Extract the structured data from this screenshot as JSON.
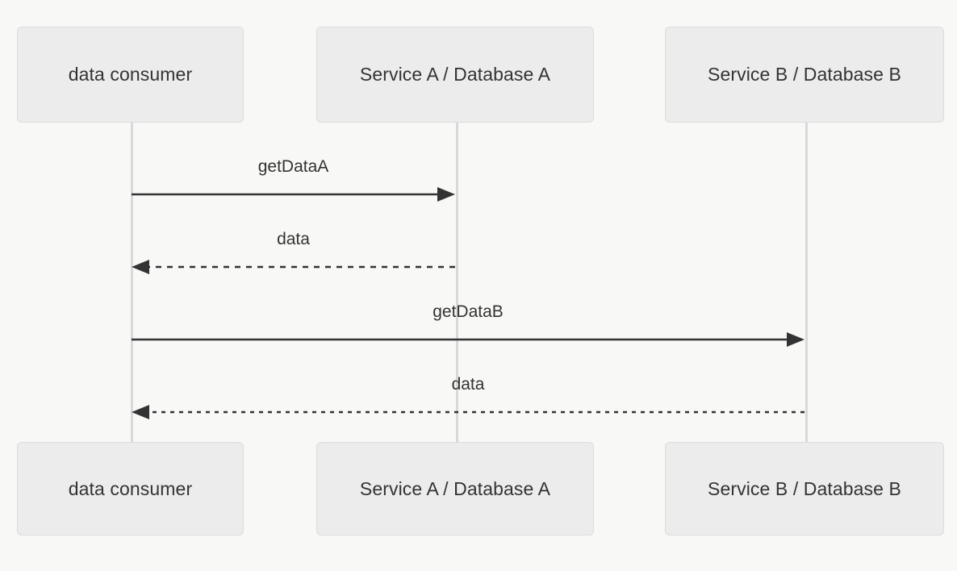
{
  "diagram": {
    "type": "sequence-diagram",
    "background_color": "#f8f8f7",
    "box_fill_color": "#ececec",
    "box_border_color": "#dcdcdc",
    "lifeline_color": "#d9d9d9",
    "text_color": "#333333",
    "participants": [
      {
        "id": "data-consumer",
        "label": "data consumer"
      },
      {
        "id": "service-a",
        "label": "Service A / Database A"
      },
      {
        "id": "service-b",
        "label": "Service B / Database B"
      }
    ],
    "messages": [
      {
        "id": "get-data-a",
        "label": "getDataA",
        "from": "data-consumer",
        "to": "service-a",
        "direction": "right",
        "style": "solid"
      },
      {
        "id": "data-a-return",
        "label": "data",
        "from": "service-a",
        "to": "data-consumer",
        "direction": "left",
        "style": "dashed"
      },
      {
        "id": "get-data-b",
        "label": "getDataB",
        "from": "data-consumer",
        "to": "service-b",
        "direction": "right",
        "style": "solid"
      },
      {
        "id": "data-b-return",
        "label": "data",
        "from": "service-b",
        "to": "data-consumer",
        "direction": "left",
        "style": "dashed"
      }
    ]
  }
}
